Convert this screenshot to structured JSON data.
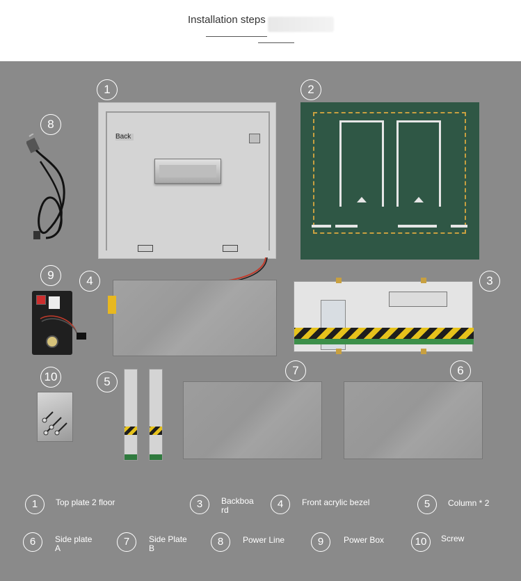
{
  "header": {
    "title": "Installation steps"
  },
  "parts": {
    "top_plate": {
      "number": "1",
      "label": "Back"
    },
    "floor_plate": {
      "number": "2"
    },
    "backboard": {
      "number": "3"
    },
    "bezel": {
      "number": "4"
    },
    "column": {
      "number": "5"
    },
    "side_plate_a": {
      "number": "6"
    },
    "side_plate_b": {
      "number": "7"
    },
    "power_line": {
      "number": "8"
    },
    "power_box": {
      "number": "9"
    },
    "screw": {
      "number": "10"
    }
  },
  "legend": [
    {
      "number": "1",
      "text": "Top plate 2 floor"
    },
    {
      "number": "3",
      "text": "Backboa rd"
    },
    {
      "number": "4",
      "text": "Front acrylic bezel"
    },
    {
      "number": "5",
      "text": "Column * 2"
    },
    {
      "number": "6",
      "text": "Side plate A"
    },
    {
      "number": "7",
      "text": "Side Plate B"
    },
    {
      "number": "8",
      "text": "Power Line"
    },
    {
      "number": "9",
      "text": "Power Box"
    },
    {
      "number": "10",
      "text": "Screw"
    }
  ],
  "colors": {
    "panel_background": "#8a8a8a",
    "floor_green": "#2f5745",
    "hazard_yellow": "#e6c21b"
  }
}
